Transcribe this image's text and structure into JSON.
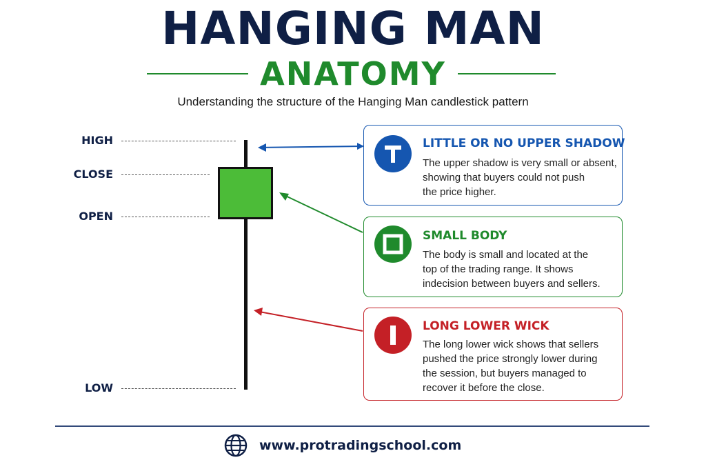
{
  "header": {
    "title": "HANGING MAN",
    "subtitle": "ANATOMY",
    "tagline": "Understanding the structure of the Hanging Man candlestick pattern"
  },
  "levels": {
    "high": "HIGH",
    "close": "CLOSE",
    "open": "OPEN",
    "low": "LOW"
  },
  "cards": [
    {
      "title": "LITTLE OR NO UPPER SHADOW",
      "lines": [
        "The upper shadow is very small or absent,",
        "showing that buyers could not push",
        "the price higher."
      ],
      "color": "#1556b0",
      "icon": "t-icon"
    },
    {
      "title": "SMALL BODY",
      "lines": [
        "The body is small and located at the",
        "top of the trading range. It shows",
        "indecision between buyers and sellers."
      ],
      "color": "#1f8a2c",
      "icon": "square-icon"
    },
    {
      "title": "LONG LOWER WICK",
      "lines": [
        "The long lower wick shows that sellers",
        "pushed the price strongly lower during",
        "the session, but buyers managed to",
        "recover it before the close."
      ],
      "color": "#c42026",
      "icon": "bar-icon"
    }
  ],
  "candle": {
    "color": "#4cbc38",
    "outline": "#111111"
  },
  "footer": {
    "url": "www.protradingschool.com",
    "icon": "globe-icon"
  }
}
